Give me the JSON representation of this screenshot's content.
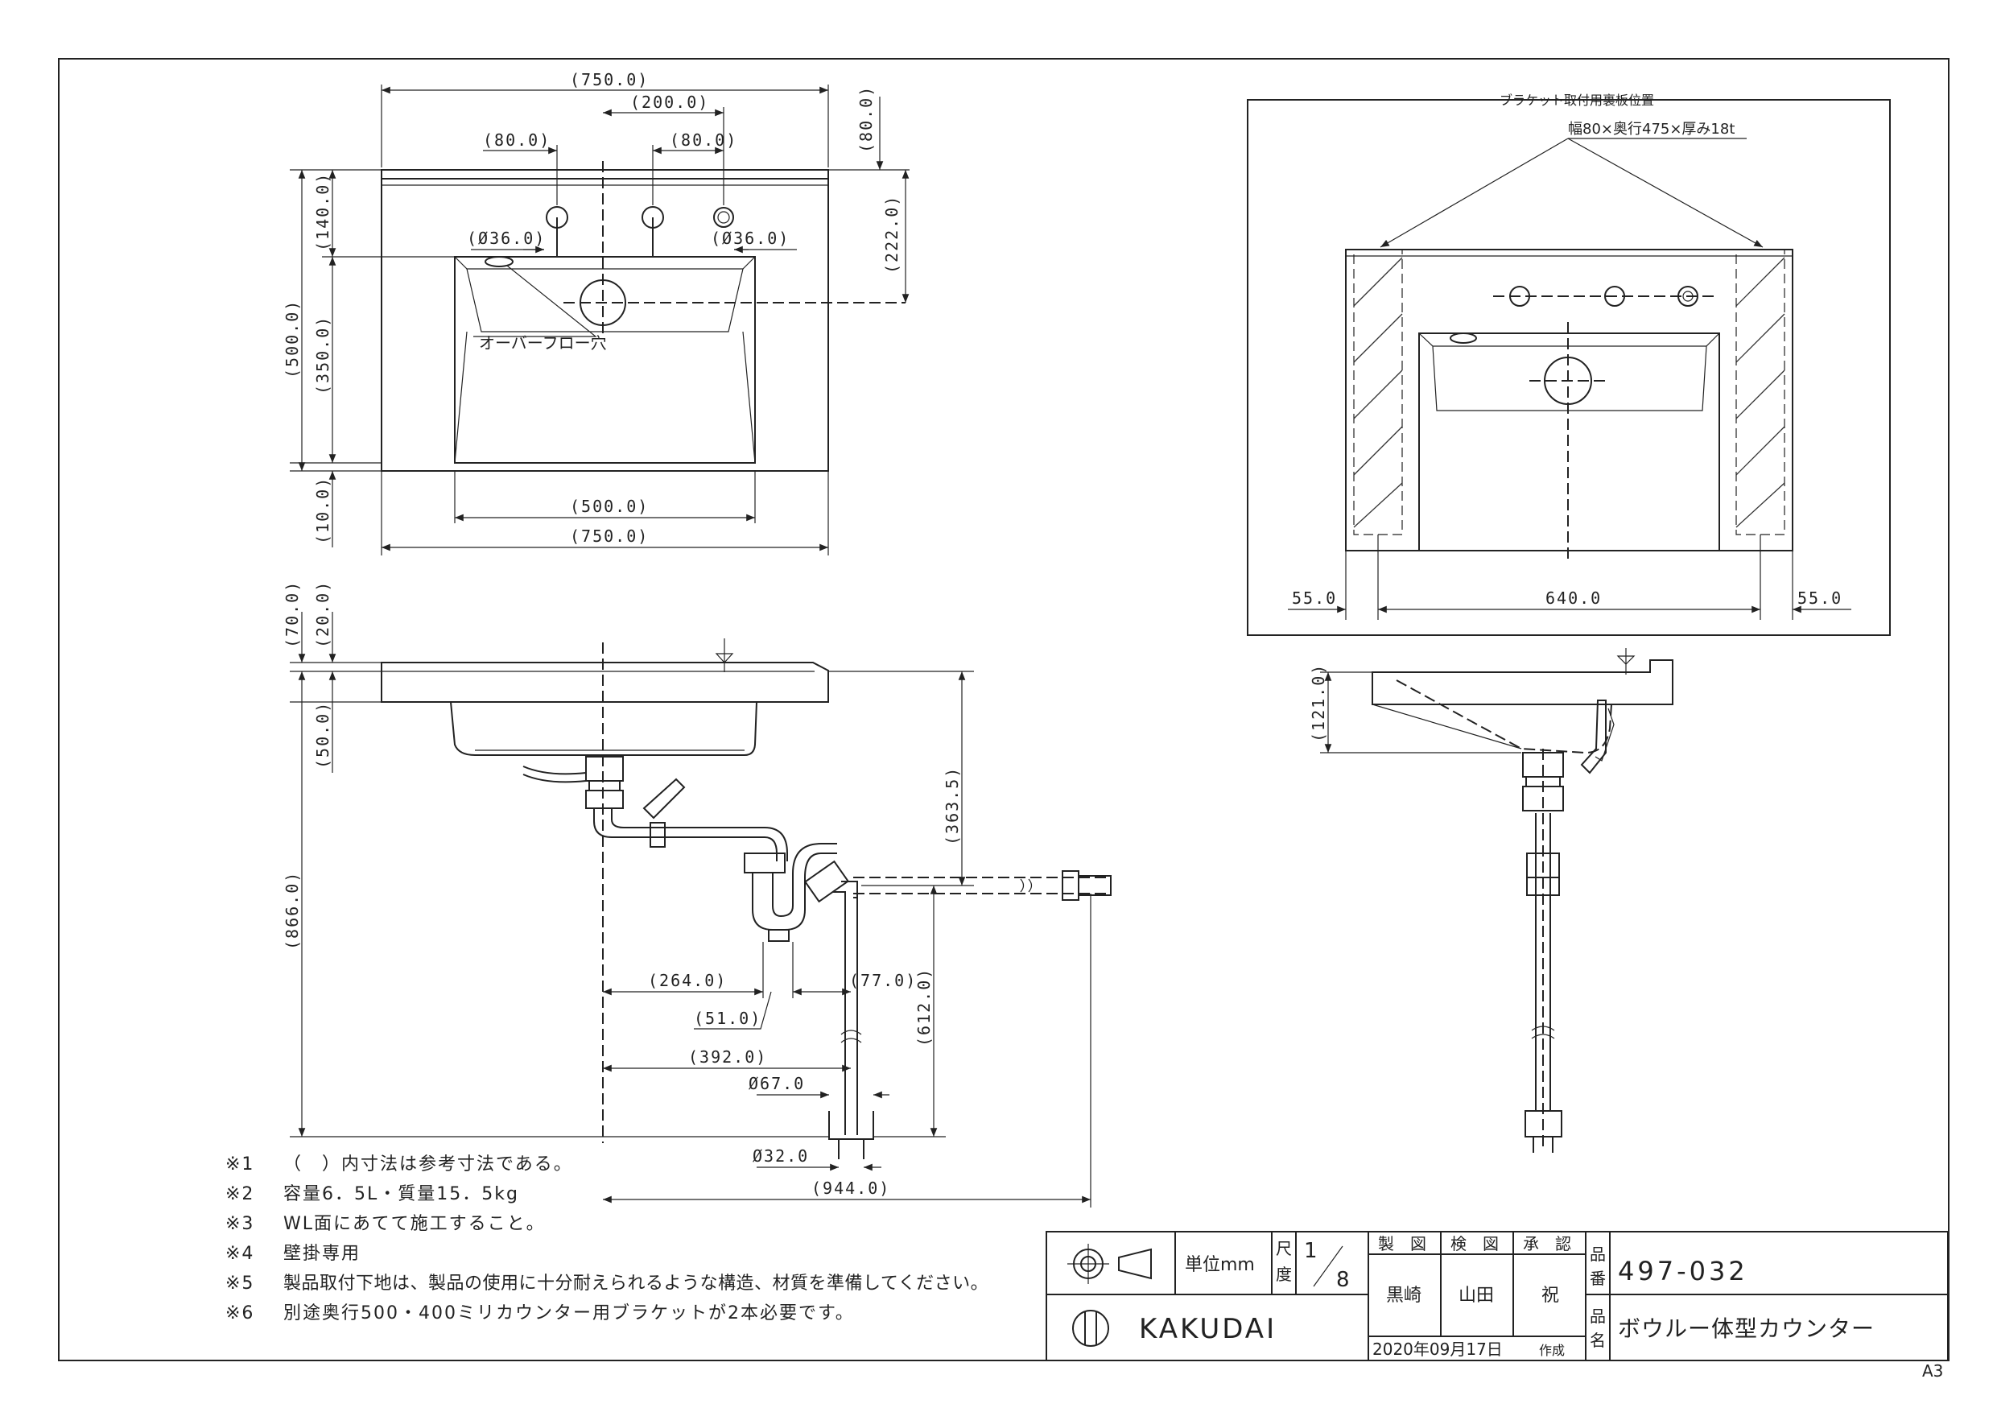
{
  "top_view": {
    "dims": {
      "overall_top": "(750.0)",
      "center_200": "(200.0)",
      "left_80": "(80.0)",
      "right_80": "(80.0)",
      "right_80_top": "(80.0)",
      "right_222": "(222.0)",
      "left_140": "(140.0)",
      "left_500": "(500.0)",
      "left_350": "(350.0)",
      "left_10": "(10.0)",
      "hole_left_36": "(Ø36.0)",
      "hole_right_36": "(Ø36.0)",
      "bowl_500": "(500.0)",
      "overall_bottom": "(750.0)"
    },
    "overflow_label": "オーバーフロー穴"
  },
  "side_view": {
    "dims": {
      "d70": "(70.0)",
      "d20": "(20.0)",
      "d50": "(50.0)",
      "d866": "(866.0)",
      "d363_5": "(363.5)",
      "d612": "(612.0)",
      "d264": "(264.0)",
      "d77": "(77.0)",
      "d51": "(51.0)",
      "d392": "(392.0)",
      "d67": "Ø67.0",
      "d32": "Ø32.0",
      "d944": "(944.0)"
    }
  },
  "bracket_view": {
    "title": "ブラケット取付用裏板位置",
    "spec": "幅80×奥行475×厚み18t",
    "dim_left": "55.0",
    "dim_center": "640.0",
    "dim_right": "55.0"
  },
  "side_view_2": {
    "dim_121": "(121.0)"
  },
  "notes": [
    {
      "mark": "※1",
      "text": "（　）内寸法は参考寸法である。"
    },
    {
      "mark": "※2",
      "text": "容量6．5L・質量15．5kg"
    },
    {
      "mark": "※3",
      "text": "WL面にあてて施工すること。"
    },
    {
      "mark": "※4",
      "text": "壁掛専用"
    },
    {
      "mark": "※5",
      "text": "製品取付下地は、製品の使用に十分耐えられるような構造、材質を準備してください。"
    },
    {
      "mark": "※6",
      "text": "別途奥行500・400ミリカウンター用ブラケットが2本必要です。"
    }
  ],
  "title_block": {
    "unit_label": "単位mm",
    "scale_label_1": "尺",
    "scale_label_2": "度",
    "scale_num": "1",
    "scale_den": "8",
    "drawn_label": "製　図",
    "checked_label": "検　図",
    "approved_label": "承　認",
    "drawn_by": "黒崎",
    "checked_by": "山田",
    "approved_by": "祝",
    "part_no_label_1": "品",
    "part_no_label_2": "番",
    "part_no": "497-032",
    "name_label_1": "品",
    "name_label_2": "名",
    "product_name": "ボウルー体型カウンター",
    "brand": "KAKUDAI",
    "date": "2020年09月17日",
    "created_label": "作成"
  },
  "sheet_size": "A3"
}
